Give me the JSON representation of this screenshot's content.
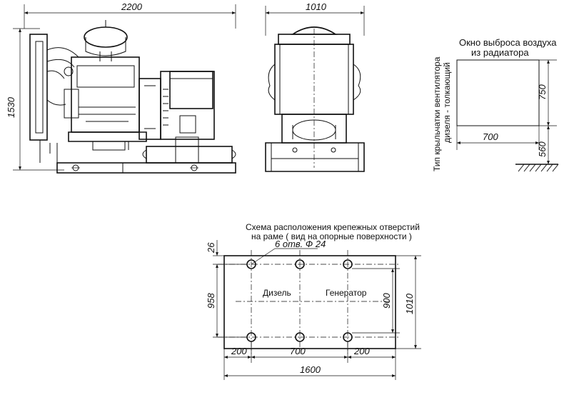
{
  "side_view": {
    "length_label": "2200",
    "height_label": "1530"
  },
  "front_view": {
    "width_label": "1010"
  },
  "radiator": {
    "title_line1": "Окно выброса воздуха",
    "title_line2": "из радиатора",
    "fan_line1": "Тип крыльчатки вентилятора",
    "fan_line2": "дизеля - толкающий",
    "dim_height": "750",
    "dim_width": "700",
    "dim_base": "560"
  },
  "frame": {
    "title_line1": "Схема расположения крепежных отверстий",
    "title_line2": "на раме ( вид на опорные поверхности )",
    "holes_note": "6 отв. Ф 24",
    "diesel_label": "Дизель",
    "generator_label": "Генератор",
    "dim_top": "26",
    "dim_left_height": "958",
    "dim_inner_height": "900",
    "dim_outer_height": "1010",
    "dim_seg_left": "200",
    "dim_seg_mid": "700",
    "dim_seg_right": "200",
    "dim_total": "1600"
  }
}
